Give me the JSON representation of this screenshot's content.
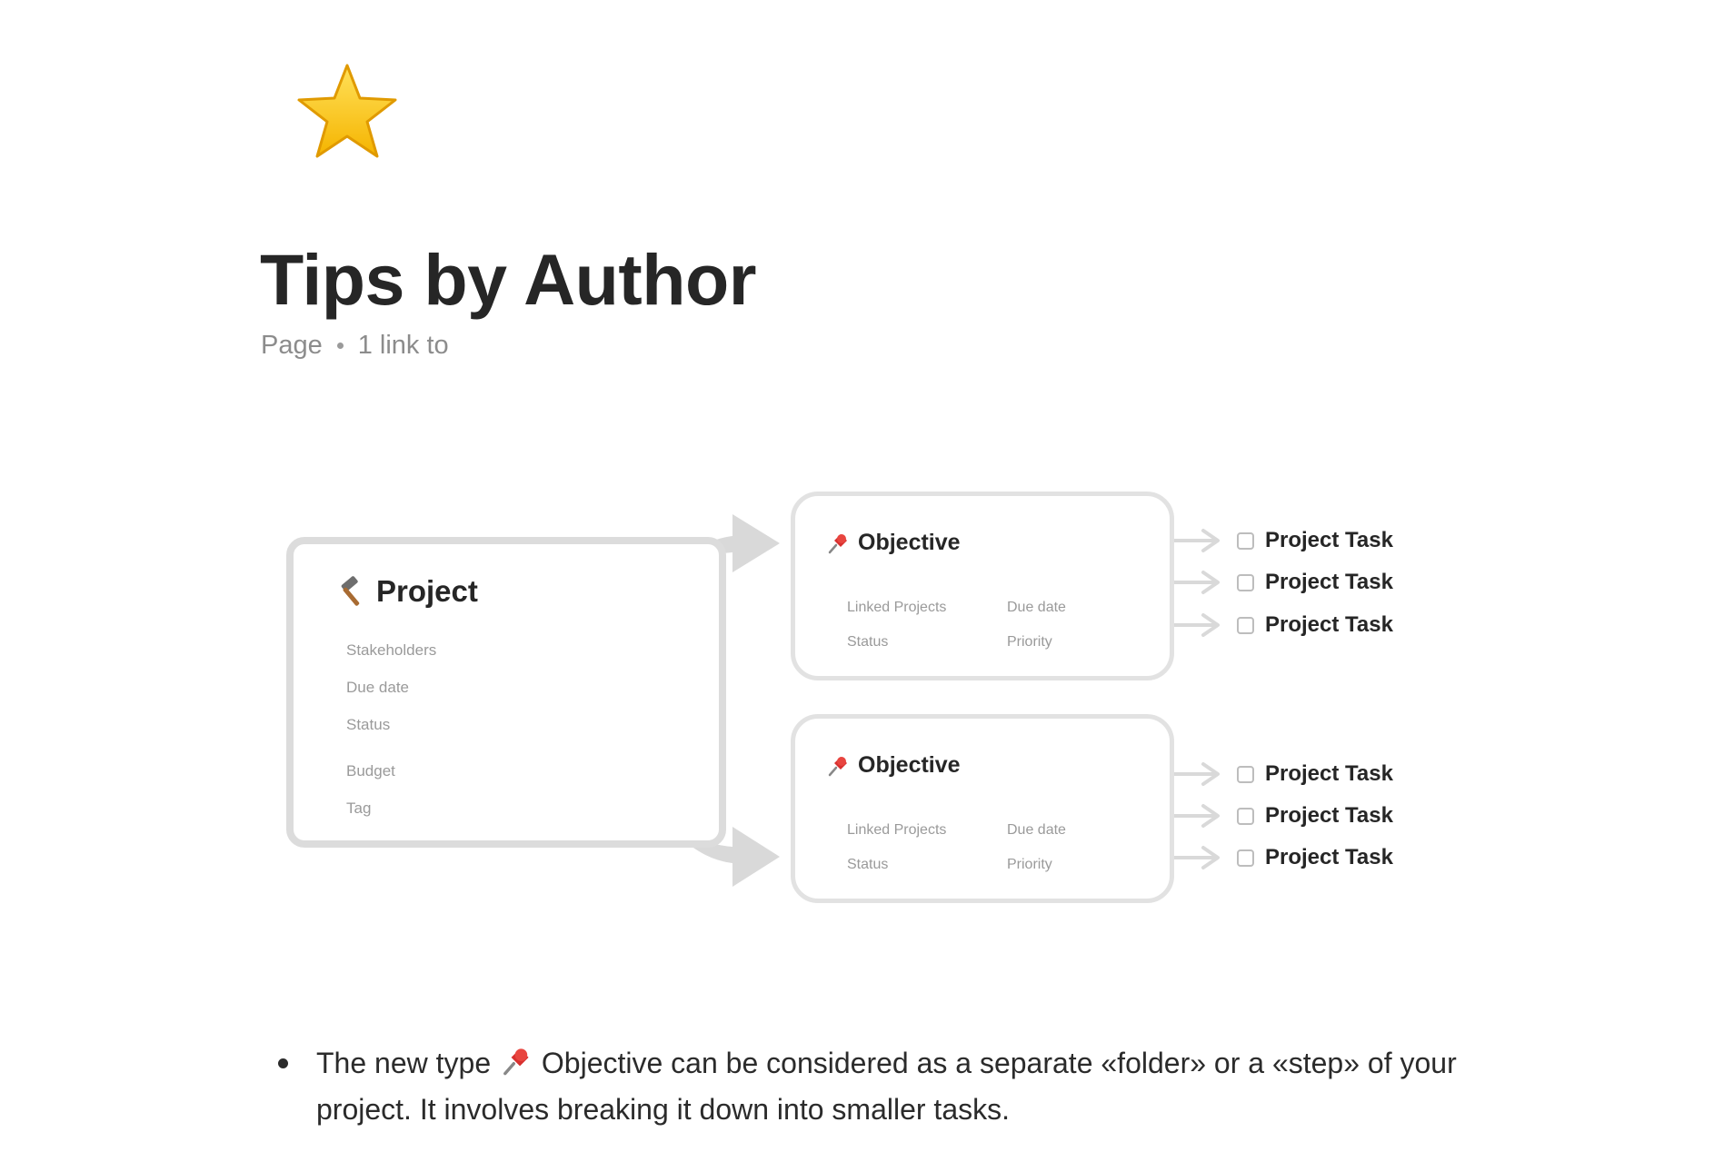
{
  "page": {
    "icon": "star-emoji",
    "title": "Tips by Author",
    "meta_type": "Page",
    "meta_links": "1 link to"
  },
  "diagram": {
    "project": {
      "icon": "hammer-icon",
      "title": "Project",
      "properties": [
        "Stakeholders",
        "Due date",
        "Status",
        "Budget",
        "Tag"
      ]
    },
    "objectives": [
      {
        "icon": "pushpin-icon",
        "title": "Objective",
        "properties": [
          "Linked Projects",
          "Due date",
          "Status",
          "Priority"
        ],
        "tasks": [
          "Project Task",
          "Project Task",
          "Project Task"
        ]
      },
      {
        "icon": "pushpin-icon",
        "title": "Objective",
        "properties": [
          "Linked Projects",
          "Due date",
          "Status",
          "Priority"
        ],
        "tasks": [
          "Project Task",
          "Project Task",
          "Project Task"
        ]
      }
    ],
    "colors": {
      "card_border": "#dcdcdc",
      "arrow": "#d9d9d9"
    }
  },
  "bullets": [
    {
      "before_icon": "The new type ",
      "icon": "pushpin-icon",
      "after_icon": " Objective can be considered as a separate «folder» or a «step» of your project. It involves breaking it down into smaller tasks."
    }
  ]
}
